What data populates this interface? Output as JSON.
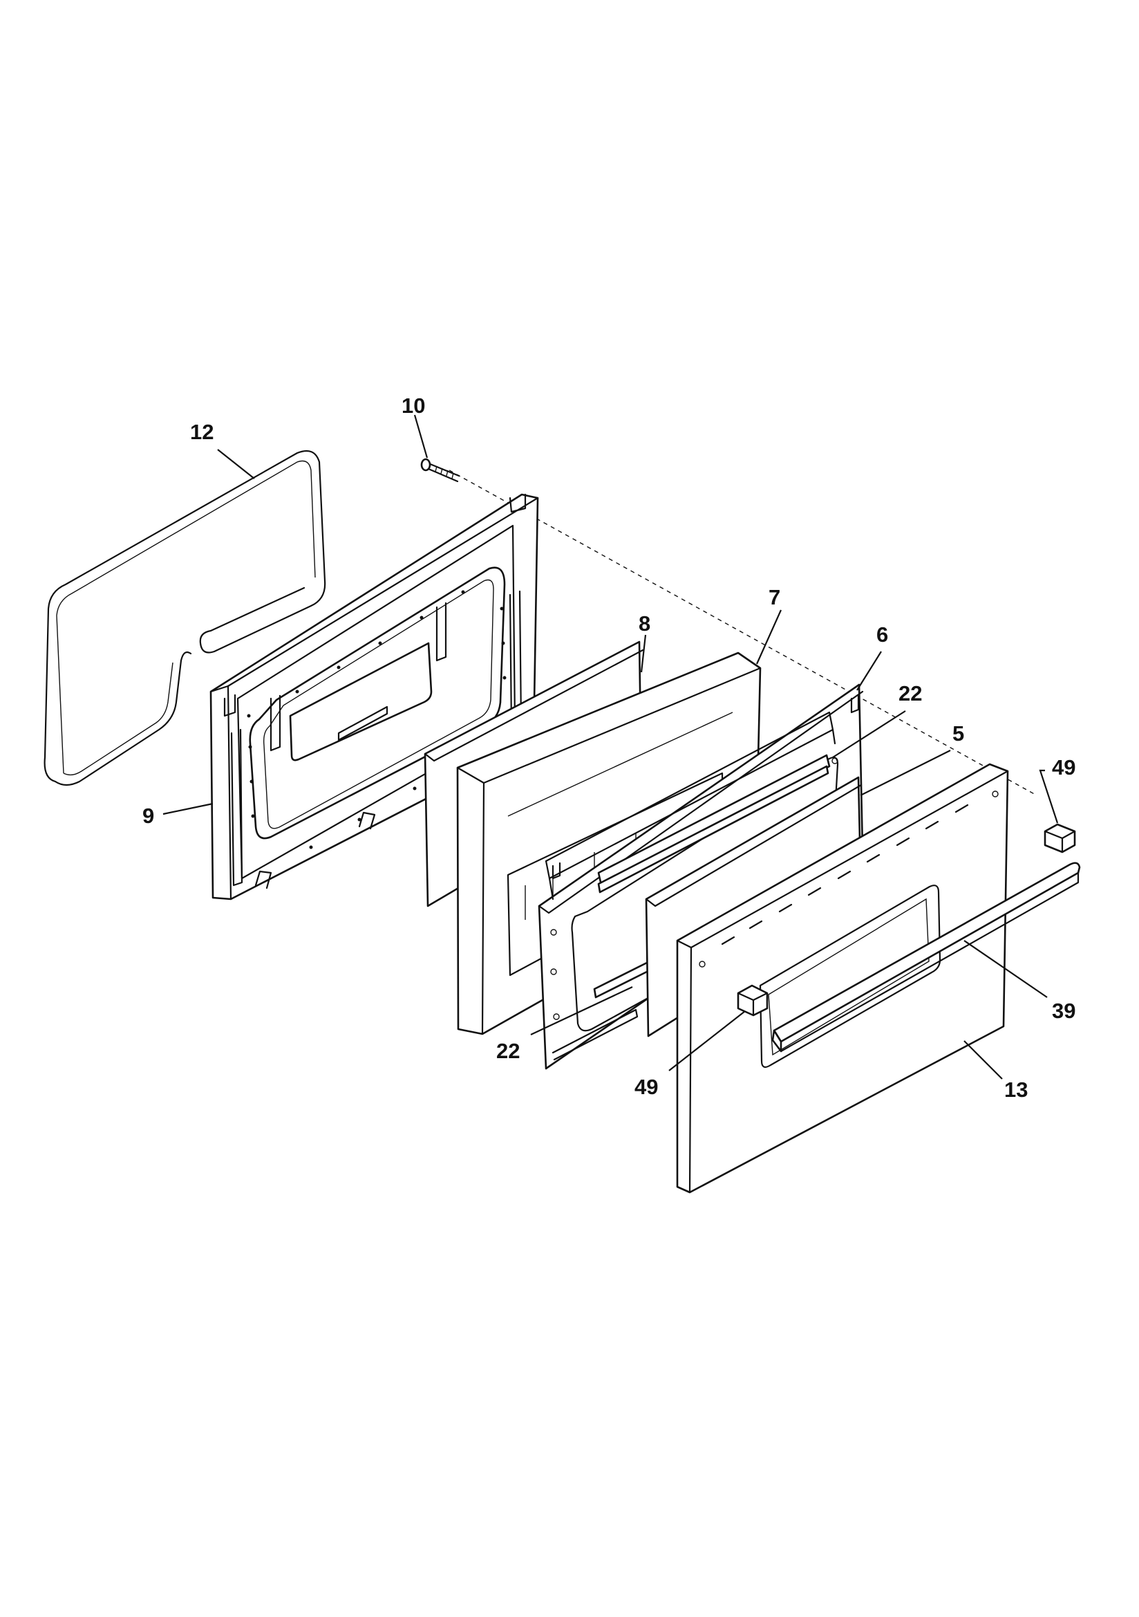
{
  "callouts": {
    "c10": "10",
    "c12": "12",
    "c9": "9",
    "c8": "8",
    "c7": "7",
    "c6": "6",
    "c22_top": "22",
    "c5": "5",
    "c49_right": "49",
    "c39": "39",
    "c22_bottom": "22",
    "c49_bottom": "49",
    "c13": "13"
  }
}
